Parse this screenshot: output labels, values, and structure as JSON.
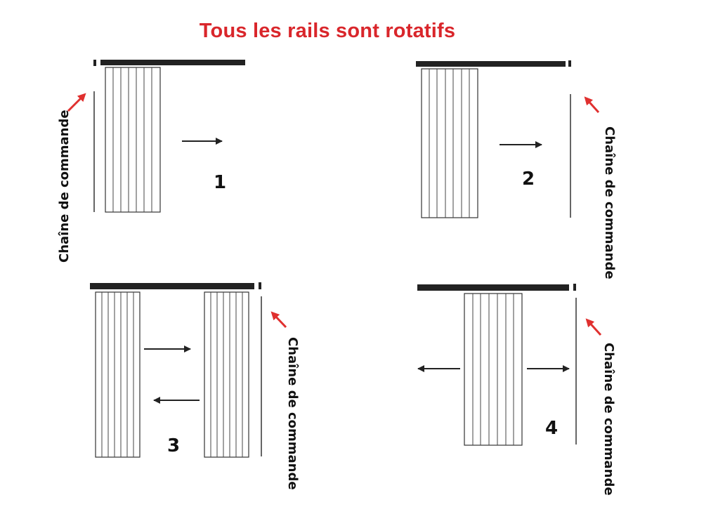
{
  "title": "Tous les rails sont rotatifs",
  "chain_label": "Chaîne de commande",
  "diagrams": [
    {
      "number": "1"
    },
    {
      "number": "2"
    },
    {
      "number": "3"
    },
    {
      "number": "4"
    }
  ],
  "colors": {
    "title": "#d9262b",
    "accent_arrow": "#e0302f",
    "rail": "#222222",
    "line": "#333333"
  }
}
